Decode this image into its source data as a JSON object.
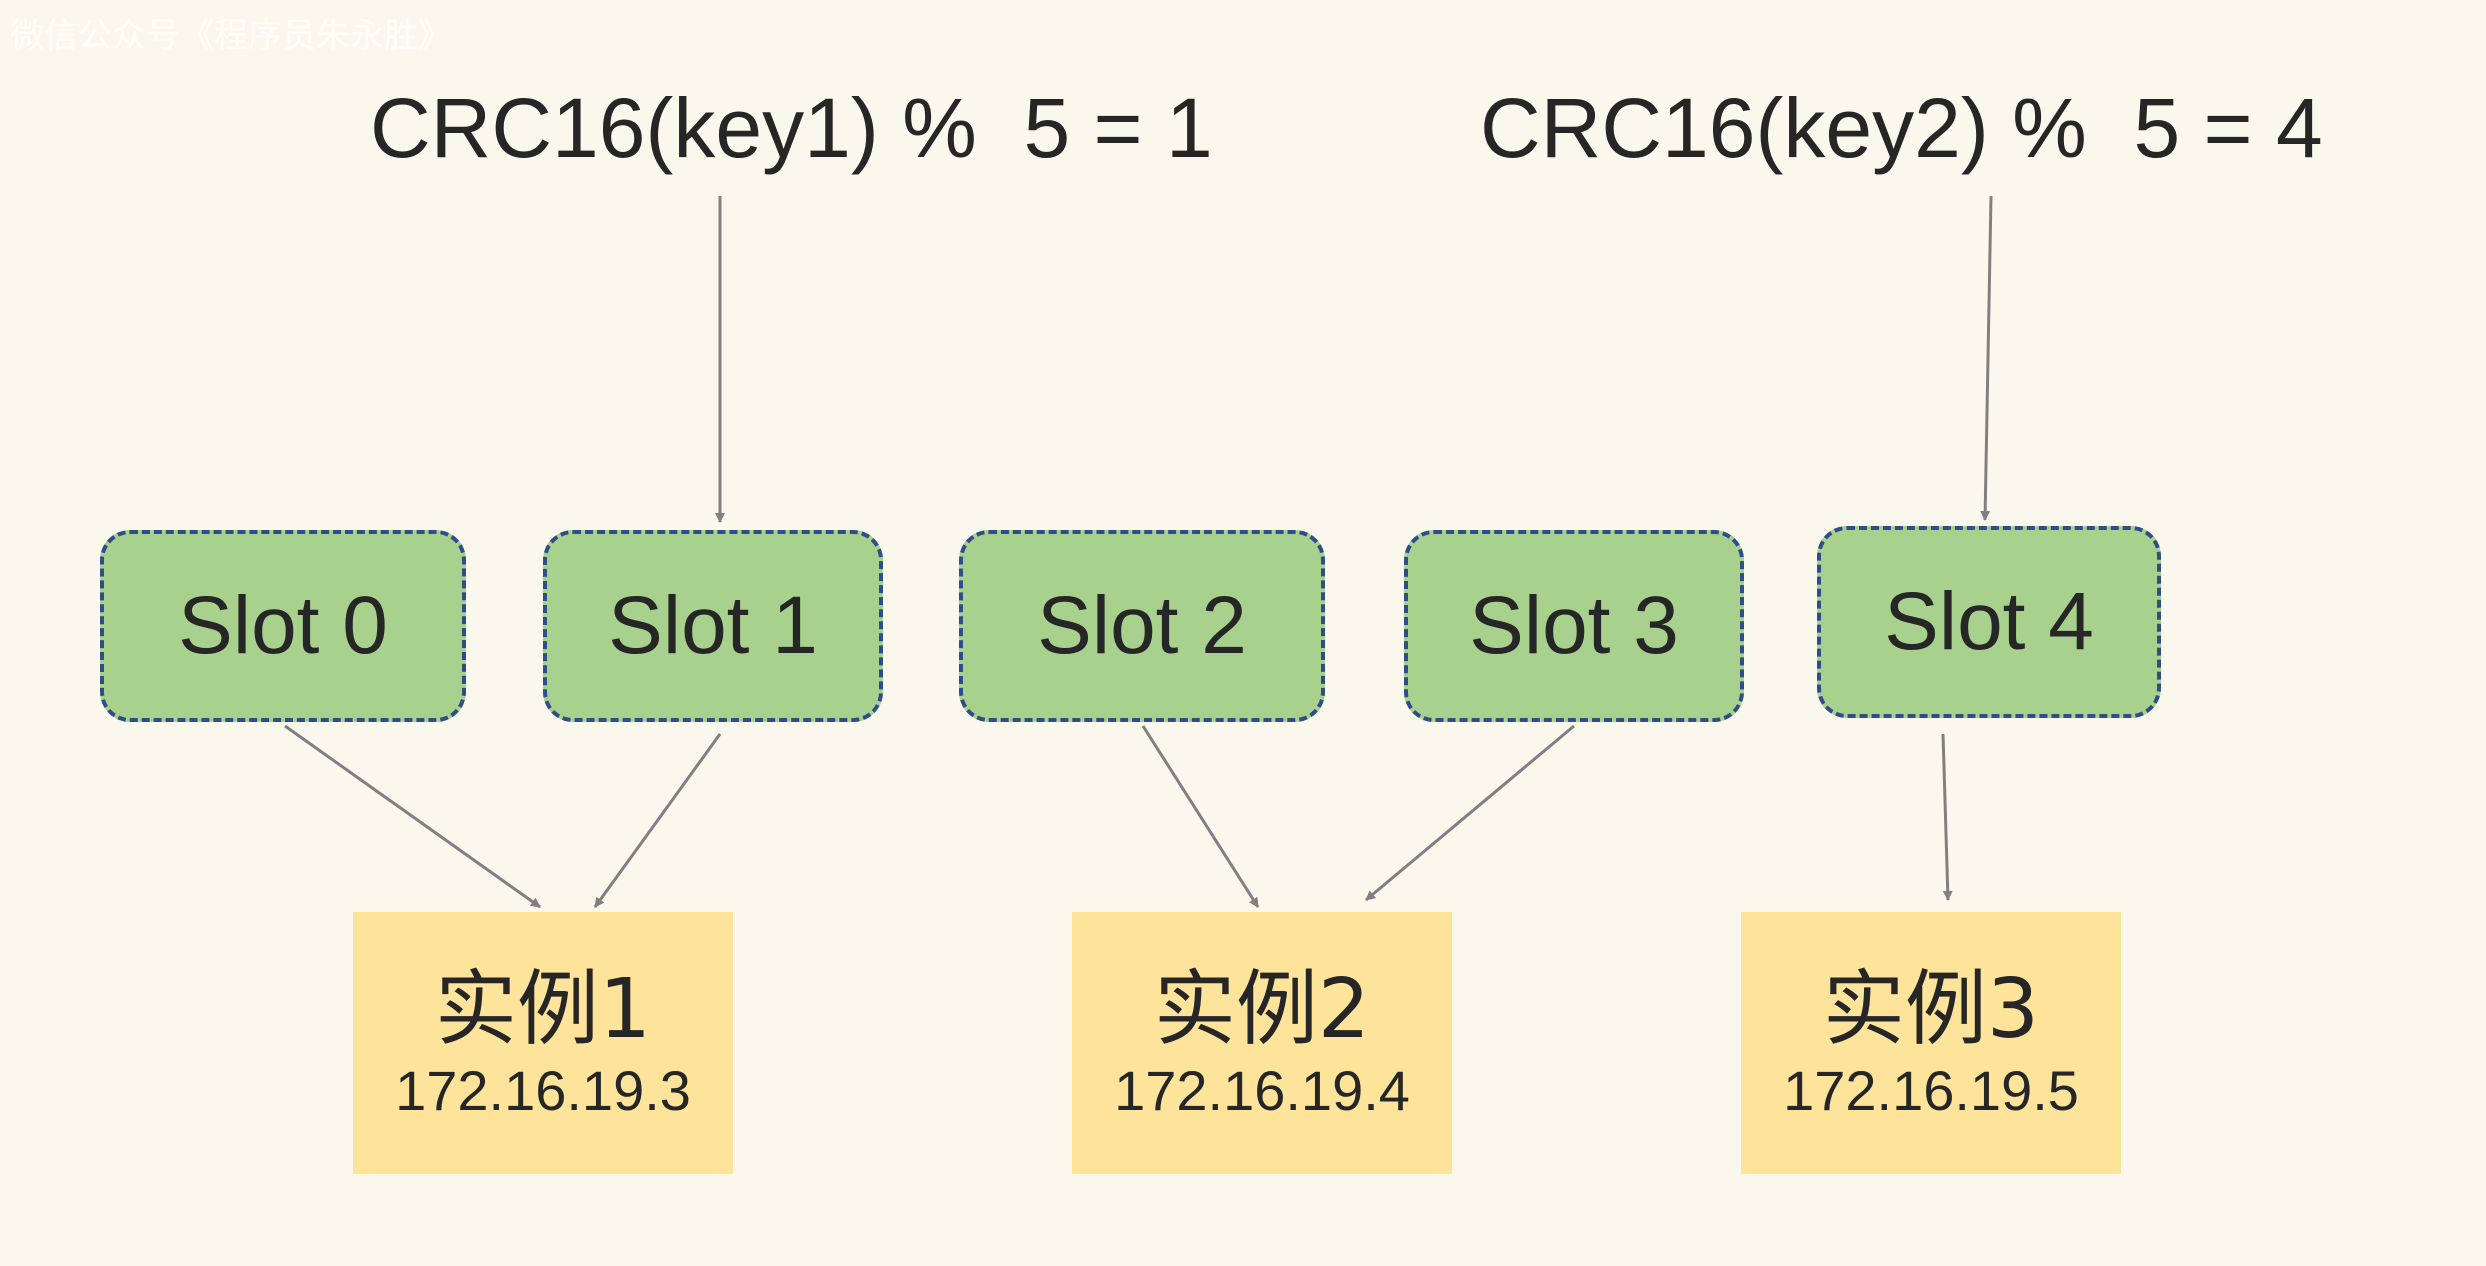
{
  "watermark": "微信公众号《程序员朱永胜》",
  "formulas": [
    "CRC16(key1) %  5 = 1",
    "CRC16(key2) %  5 = 4"
  ],
  "slots": [
    "Slot 0",
    "Slot 1",
    "Slot 2",
    "Slot 3",
    "Slot 4"
  ],
  "instances": [
    {
      "name": "实例1",
      "ip": "172.16.19.3"
    },
    {
      "name": "实例2",
      "ip": "172.16.19.4"
    },
    {
      "name": "实例3",
      "ip": "172.16.19.5"
    }
  ],
  "colors": {
    "background": "#faf8ec",
    "slot_fill": "#a8d18d",
    "slot_border": "#2f4d8a",
    "instance_fill": "#fde49a",
    "arrow": "#808080"
  }
}
